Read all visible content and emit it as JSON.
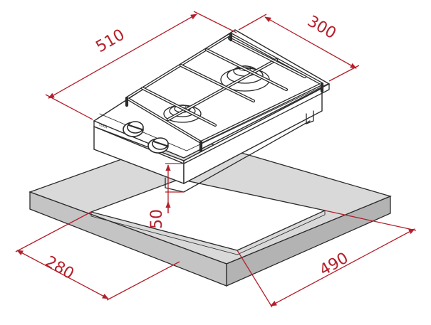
{
  "diagram": {
    "dimensions": {
      "hob_width": "510",
      "hob_depth": "300",
      "hob_height": "50",
      "cutout_width": "490",
      "cutout_depth": "280"
    },
    "colors": {
      "dimension_lines": "#b3202b",
      "outline": "#2b2b2b",
      "countertop_top": "#d9d9d9",
      "countertop_front": "#c4c4c4",
      "countertop_side": "#b3b3b3"
    }
  }
}
